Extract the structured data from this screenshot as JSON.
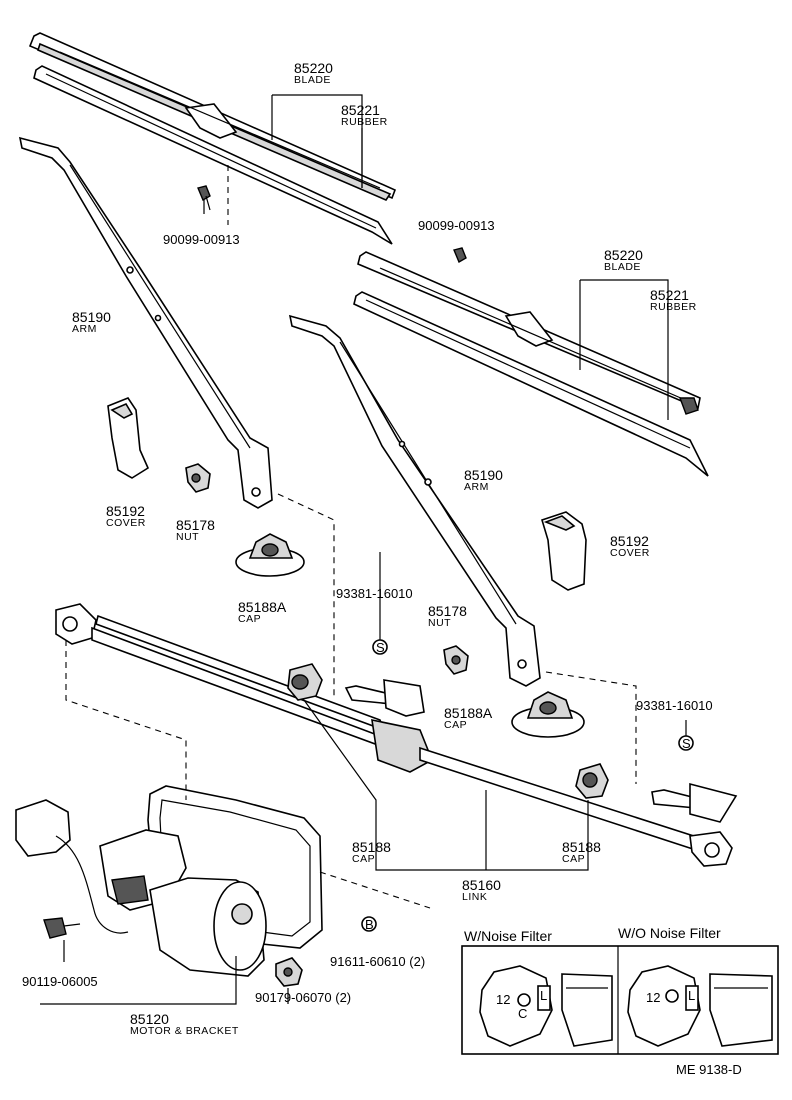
{
  "labels": {
    "blade_top_num": "85220",
    "blade_top_name": "BLADE",
    "rubber_top_num": "85221",
    "rubber_top_name": "RUBBER",
    "bolt_top": "90099-00913",
    "bolt_mid": "90099-00913",
    "blade_r_num": "85220",
    "blade_r_name": "BLADE",
    "rubber_r_num": "85221",
    "rubber_r_name": "RUBBER",
    "arm_l_num": "85190",
    "arm_l_name": "ARM",
    "arm_r_num": "85190",
    "arm_r_name": "ARM",
    "cover_l_num": "85192",
    "cover_l_name": "COVER",
    "nut_l_num": "85178",
    "nut_l_name": "NUT",
    "cap_a_l_num": "85188A",
    "cap_a_l_name": "CAP",
    "cover_r_num": "85192",
    "cover_r_name": "COVER",
    "pivot_l_num": "93381-16010",
    "nut_r_num": "85178",
    "nut_r_name": "NUT",
    "cap_a_r_num": "85188A",
    "cap_a_r_name": "CAP",
    "pivot_r_num": "93381-16010",
    "cap_l_num": "85188",
    "cap_l_name": "CAP",
    "cap_r_num": "85188",
    "cap_r_name": "CAP",
    "link_num": "85160",
    "link_name": "LINK",
    "bolt_b": "91611-60610 (2)",
    "screw_l": "90119-06005",
    "nut_m": "90179-06070 (2)",
    "motor_num": "85120",
    "motor_name": "MOTOR & BRACKET",
    "mark_s": "S",
    "mark_b": "B",
    "inset_left_title": "W/Noise Filter",
    "inset_right_title": "W/O Noise Filter",
    "inset_l_12": "12",
    "inset_l_c": "C",
    "inset_l_l": "L",
    "inset_r_12": "12",
    "inset_r_l": "L",
    "ref_code": "ME 9138-D"
  }
}
